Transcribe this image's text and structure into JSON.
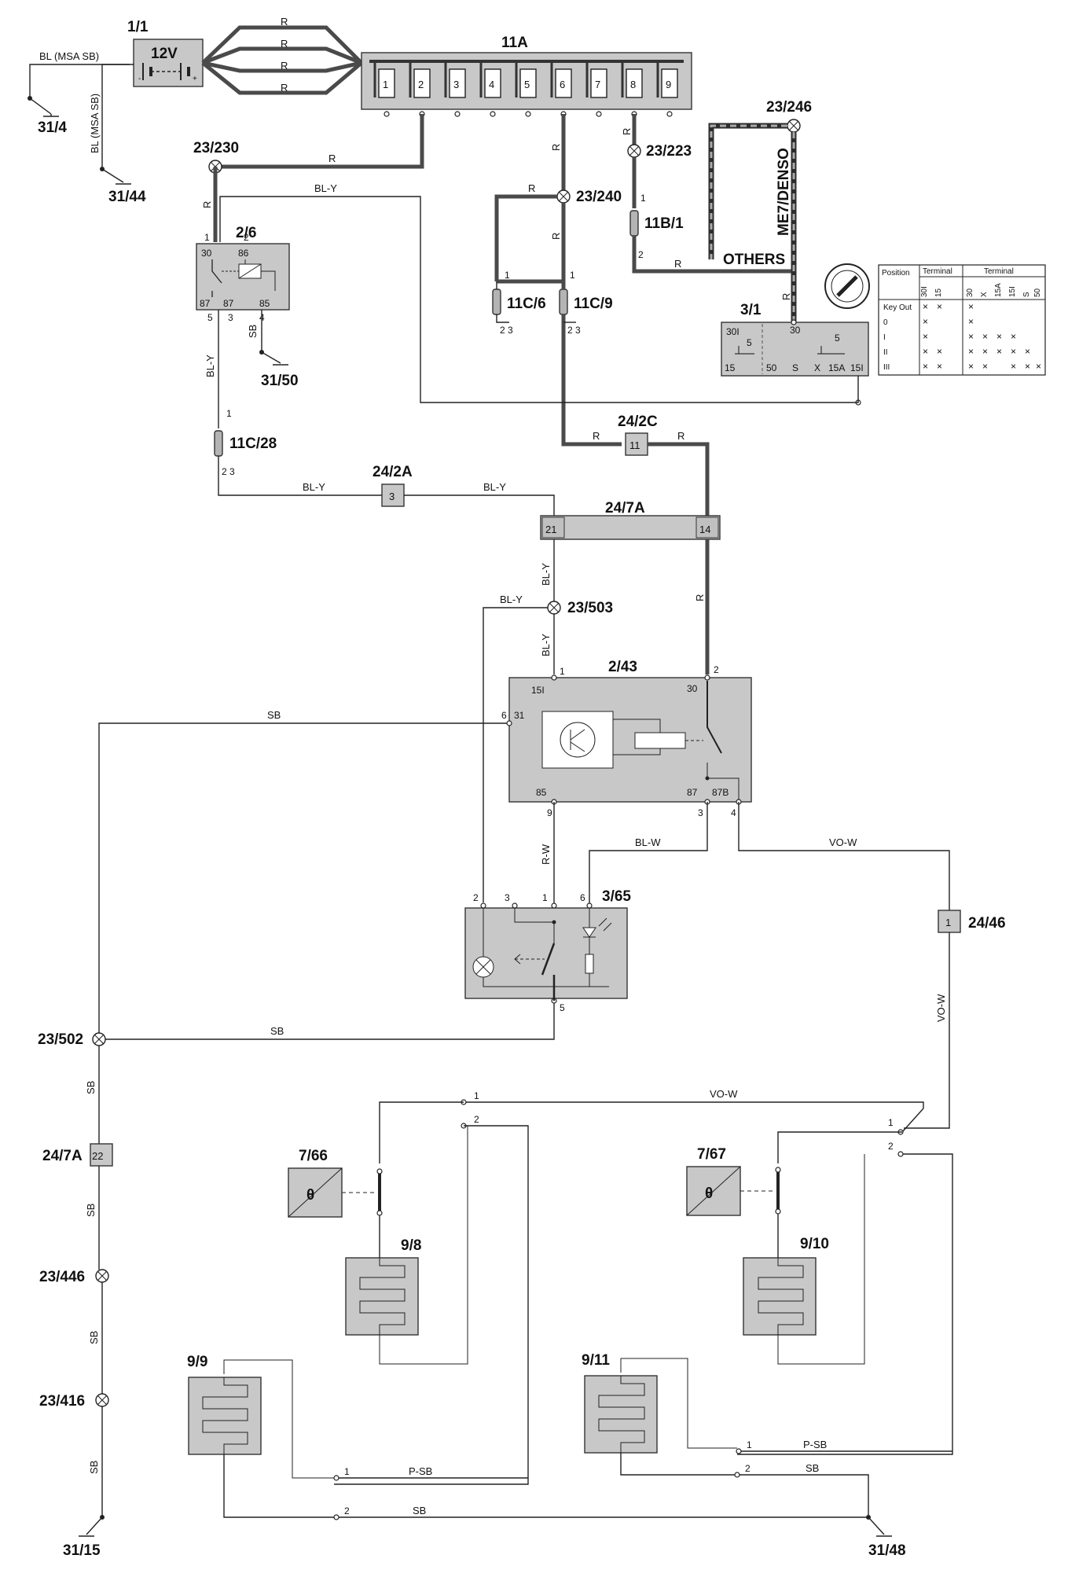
{
  "components": {
    "battery": {
      "id": "1/1",
      "text": "12V",
      "minus": "-",
      "plus": "+"
    },
    "fusebox": {
      "id": "11A",
      "fuses": [
        "1",
        "2",
        "3",
        "4",
        "5",
        "6",
        "7",
        "8",
        "9"
      ]
    },
    "relay_2_6": {
      "id": "2/6",
      "pins": [
        "30",
        "86",
        "87",
        "87",
        "85"
      ],
      "pin_nums": [
        "1",
        "2",
        "5",
        "3",
        "4"
      ]
    },
    "ignition": {
      "id": "3/1",
      "pins": [
        "30I",
        "5",
        "30",
        "5",
        "15",
        "50",
        "S",
        "X",
        "15A",
        "15I"
      ]
    },
    "relay_2_43": {
      "id": "2/43",
      "pins": [
        "15I",
        "30",
        "31",
        "85",
        "87",
        "87B"
      ],
      "pin_nums": [
        "1",
        "2",
        "6",
        "9",
        "3",
        "4"
      ]
    },
    "switch_3_65": {
      "id": "3/65",
      "pin_nums": [
        "2",
        "3",
        "1",
        "6",
        "5"
      ]
    },
    "thermostat_left": {
      "id": "7/66"
    },
    "thermostat_right": {
      "id": "7/67"
    },
    "heaters": [
      "9/8",
      "9/9",
      "9/10",
      "9/11"
    ],
    "fuses_11c": [
      "11C/6",
      "11C/9",
      "11C/28"
    ],
    "fuse_11b": "11B/1",
    "splices": [
      "23/230",
      "23/240",
      "23/223",
      "23/246",
      "23/503",
      "23/502",
      "23/446",
      "23/416"
    ],
    "connectors": [
      {
        "id": "24/2C",
        "pin": "11"
      },
      {
        "id": "24/2A",
        "pin": "3"
      },
      {
        "id": "24/7A",
        "pins": [
          "21",
          "14"
        ]
      },
      {
        "id": "24/7A",
        "pin": "22"
      },
      {
        "id": "24/46",
        "pin": "1"
      }
    ],
    "grounds": [
      "31/4",
      "31/44",
      "31/50",
      "31/15",
      "31/48"
    ]
  },
  "labels": {
    "me7": "ME7/DENSO",
    "others": "OTHERS",
    "bl_msa_sb": "BL (MSA SB)"
  },
  "wire_colors": {
    "R": "R",
    "BL_Y": "BL-Y",
    "SB": "SB",
    "R_W": "R-W",
    "BL_W": "BL-W",
    "VO_W": "VO-W",
    "P_SB": "P-SB"
  },
  "ign_table": {
    "headers": [
      "Position",
      "Terminal",
      "Terminal"
    ],
    "terminal_cols": [
      "30I",
      "15",
      "30",
      "X",
      "15A",
      "15I",
      "S",
      "50"
    ],
    "rows": [
      "Key Out",
      "0",
      "I",
      "II",
      "III"
    ],
    "marks": [
      [
        1,
        1,
        1,
        0,
        0,
        0,
        0,
        0
      ],
      [
        1,
        0,
        1,
        0,
        0,
        0,
        0,
        0
      ],
      [
        1,
        0,
        1,
        1,
        1,
        1,
        0,
        0
      ],
      [
        1,
        1,
        1,
        1,
        1,
        1,
        1,
        0
      ],
      [
        1,
        1,
        1,
        1,
        0,
        1,
        1,
        1
      ]
    ]
  }
}
